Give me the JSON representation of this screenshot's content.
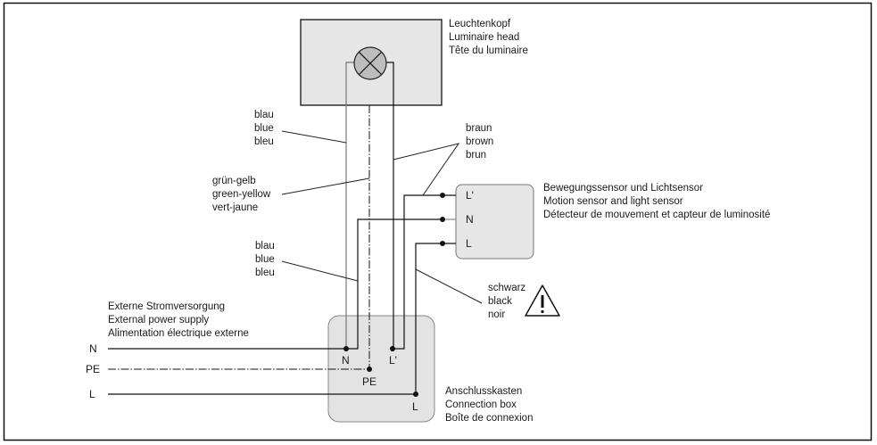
{
  "luminaire_head": {
    "label": [
      "Leuchtenkopf",
      "Luminaire head",
      "Tête du luminaire"
    ],
    "lamp_icon": "lamp-cross-icon"
  },
  "wire_blue_upper": {
    "label": [
      "blau",
      "blue",
      "bleu"
    ]
  },
  "wire_green_yellow": {
    "label": [
      "grün-gelb",
      "green-yellow",
      "vert-jaune"
    ]
  },
  "wire_blue_lower": {
    "label": [
      "blau",
      "blue",
      "bleu"
    ]
  },
  "wire_brown": {
    "label": [
      "braun",
      "brown",
      "brun"
    ]
  },
  "wire_black": {
    "label": [
      "schwarz",
      "black",
      "noir"
    ],
    "warning_icon": "warning-triangle-icon"
  },
  "sensor": {
    "label": [
      "Bewegungssensor und Lichtsensor",
      "Motion sensor and light sensor",
      "Détecteur de mouvement et capteur de luminosité"
    ],
    "terminals": [
      "L'",
      "N",
      "L"
    ]
  },
  "power_supply": {
    "label": [
      "Externe Stromversorgung",
      "External power supply",
      "Alimentation électrique externe"
    ],
    "lines": [
      "N",
      "PE",
      "L"
    ]
  },
  "connection_box": {
    "label": [
      "Anschlusskasten",
      "Connection box",
      "Boîte de connexion"
    ],
    "terminals": [
      "N",
      "L'",
      "PE",
      "L"
    ]
  }
}
